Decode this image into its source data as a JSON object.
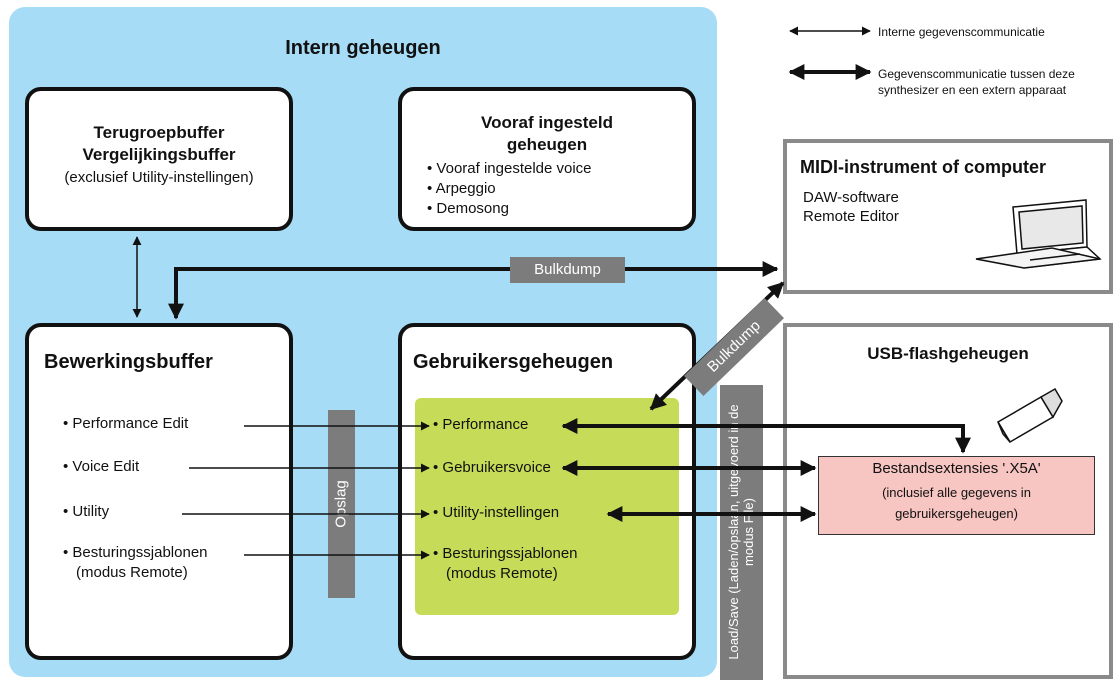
{
  "colors": {
    "internal_bg": "#a7dcf7",
    "user_memory_bg": "#c6dc58",
    "extension_bg": "#f7c5c2",
    "label_grey": "#7c7c7c",
    "external_border": "#8a8a8a"
  },
  "legend": {
    "internal": "Interne gegevenscommunicatie",
    "external": "Gegevenscommunicatie tussen deze synthesizer en een extern apparaat"
  },
  "internal_memory": {
    "title": "Intern geheugen"
  },
  "recall_buffer": {
    "title_line1": "Terugroepbuffer",
    "title_line2": "Vergelijkingsbuffer",
    "subtitle": "(exclusief Utility-instellingen)"
  },
  "preset_memory": {
    "title_line1": "Vooraf ingesteld",
    "title_line2": "geheugen",
    "items": [
      "Vooraf ingestelde voice",
      "Arpeggio",
      "Demosong"
    ]
  },
  "edit_buffer": {
    "title": "Bewerkingsbuffer",
    "items": [
      "Performance Edit",
      "Voice Edit",
      "Utility",
      "Besturingssjablonen"
    ],
    "items_sub": "(modus Remote)"
  },
  "user_memory": {
    "title": "Gebruikersgeheugen",
    "items": [
      "Performance",
      "Gebruikersvoice",
      "Utility-instellingen",
      "Besturingssjablonen"
    ],
    "items_sub": "(modus Remote)"
  },
  "labels": {
    "bulkdump": "Bulkdump",
    "store": "Opslag",
    "load_save": "Load/Save (Laden/opslaan, uitgevoerd in de modus File)"
  },
  "midi": {
    "title": "MIDI-instrument of computer",
    "line1": "DAW-software",
    "line2": "Remote Editor"
  },
  "usb": {
    "title": "USB-flashgeheugen",
    "ext_line1": "Bestandsextensies '.X5A'",
    "ext_line2": "(inclusief alle gegevens in",
    "ext_line3": "gebruikersgeheugen)"
  }
}
